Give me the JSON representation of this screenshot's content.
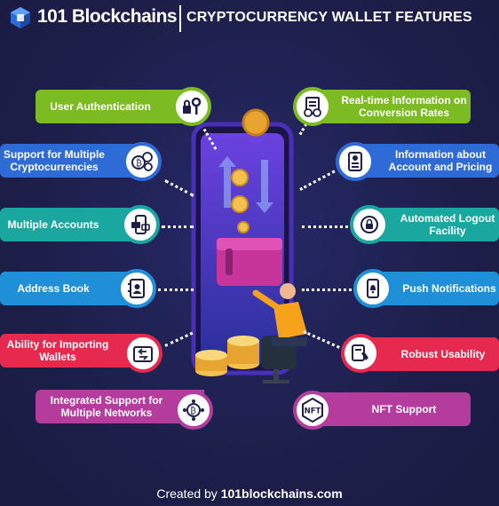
{
  "header": {
    "brand": "101 Blockchains",
    "title": "CRYPTOCURRENCY WALLET FEATURES"
  },
  "features_left": [
    {
      "label": "User Authentication",
      "color": "#7cbb21",
      "icon": "key-lock-icon"
    },
    {
      "label": "Support for Multiple Cryptocurrencies",
      "color": "#2f6bd6",
      "icon": "crypto-coins-icon"
    },
    {
      "label": "Multiple Accounts",
      "color": "#1aa7a0",
      "icon": "phone-accounts-icon"
    },
    {
      "label": "Address Book",
      "color": "#1f8fd8",
      "icon": "address-book-icon"
    },
    {
      "label": "Ability for Importing Wallets",
      "color": "#e6294f",
      "icon": "wallet-import-icon"
    },
    {
      "label": "Integrated Support for Multiple Networks",
      "color": "#b43c9c",
      "icon": "bitcoin-network-icon"
    }
  ],
  "features_right": [
    {
      "label": "Real-time Information on Conversion Rates",
      "color": "#7cbb21",
      "icon": "conversion-rates-icon"
    },
    {
      "label": "Information about Account and Pricing",
      "color": "#2f6bd6",
      "icon": "account-info-icon"
    },
    {
      "label": "Automated Logout Facility",
      "color": "#1aa7a0",
      "icon": "auto-logout-icon"
    },
    {
      "label": "Push Notifications",
      "color": "#1f8fd8",
      "icon": "push-notification-icon"
    },
    {
      "label": "Robust Usability",
      "color": "#e6294f",
      "icon": "usability-icon"
    },
    {
      "label": "NFT Support",
      "color": "#b43c9c",
      "icon": "nft-icon",
      "icon_text": "NFT"
    }
  ],
  "footer": {
    "prefix": "Created by ",
    "site": "101blockchains.com"
  }
}
